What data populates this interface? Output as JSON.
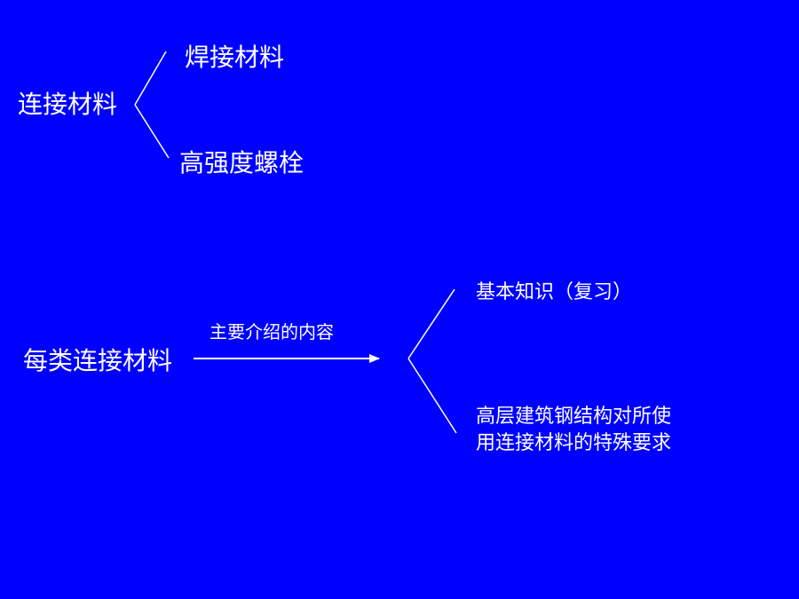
{
  "top_group": {
    "root": "连接材料",
    "branch_1": "焊接材料",
    "branch_2": "高强度螺栓"
  },
  "bottom_group": {
    "root": "每类连接材料",
    "arrow_label": "主要介绍的内容",
    "branch_1": "基本知识（复习）",
    "branch_2_line1": "高层建筑钢结构对所使",
    "branch_2_line2": "用连接材料的特殊要求"
  },
  "colors": {
    "background": "#0000FF",
    "foreground": "#FFFFFF"
  }
}
